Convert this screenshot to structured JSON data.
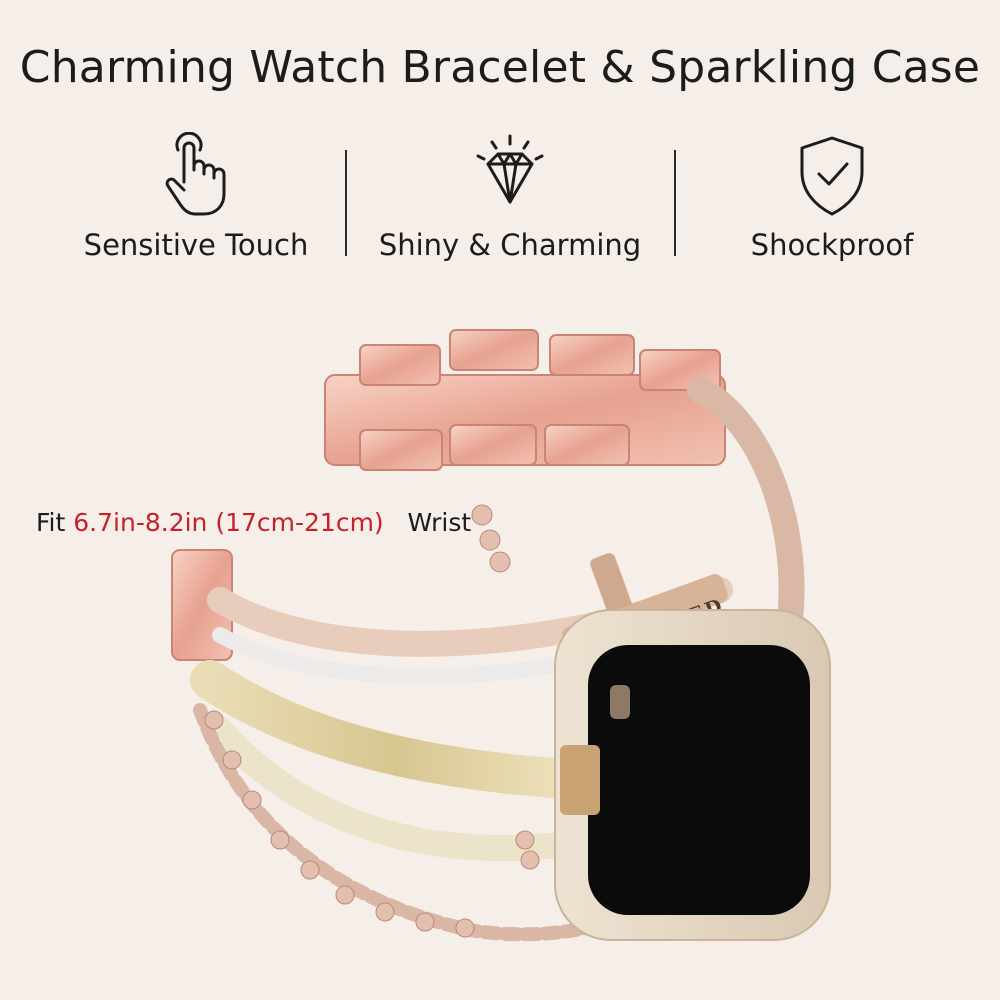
{
  "title": "Charming Watch Bracelet & Sparkling Case",
  "features": [
    {
      "icon": "touch-finger-icon",
      "label": "Sensitive Touch"
    },
    {
      "icon": "diamond-icon",
      "label": "Shiny & Charming"
    },
    {
      "icon": "shield-check-icon",
      "label": "Shockproof"
    }
  ],
  "fit": {
    "prefix": "Fit ",
    "range": "6.7in-8.2in (17cm-21cm)",
    "suffix": "Wrist"
  },
  "product": {
    "charm_text": "BLESSED"
  },
  "colors": {
    "background": "#f6efe9",
    "accent": "#c8202a",
    "rose_gold": "#e8a898",
    "text": "#1c1c1c"
  }
}
